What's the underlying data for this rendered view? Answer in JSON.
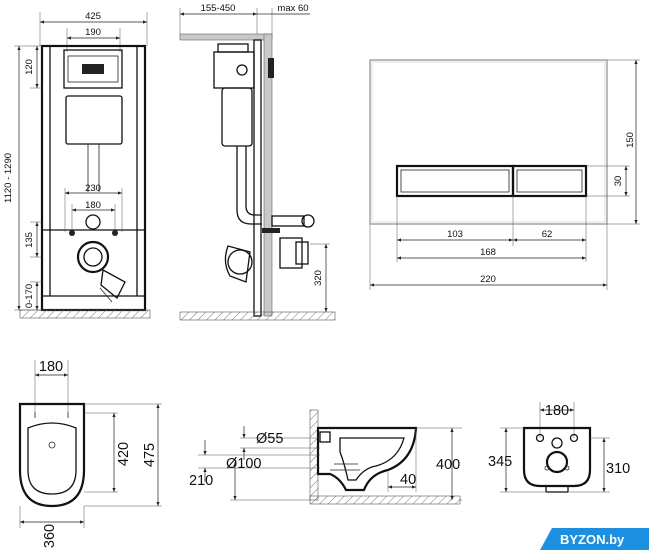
{
  "frame_front": {
    "dim_width": "425",
    "dim_plate": "190",
    "dim_top": "120",
    "dim_height": "1120 - 1290",
    "dim_bolts_outer": "230",
    "dim_bolts_inner": "180",
    "dim_outlet": "135",
    "dim_legs": "0-170"
  },
  "frame_side": {
    "dim_depth": "155-450",
    "dim_max": "max 60",
    "dim_floor": "320"
  },
  "flush_plate": {
    "dim_height": "150",
    "dim_button_height": "30",
    "dim_left_button": "103",
    "dim_right_button": "62",
    "dim_buttons_total": "168",
    "dim_width": "220"
  },
  "bowl_top": {
    "dim_bolts": "180",
    "dim_inner": "420",
    "dim_length": "475",
    "dim_width": "360"
  },
  "bowl_side": {
    "dim_inlet": "Ø55",
    "dim_outlet": "Ø100",
    "dim_floor": "210",
    "dim_offset": "40",
    "dim_height": "400"
  },
  "bowl_back": {
    "dim_bolts": "180",
    "dim_height": "345",
    "dim_inner": "310"
  },
  "watermark": "BYZON.by"
}
